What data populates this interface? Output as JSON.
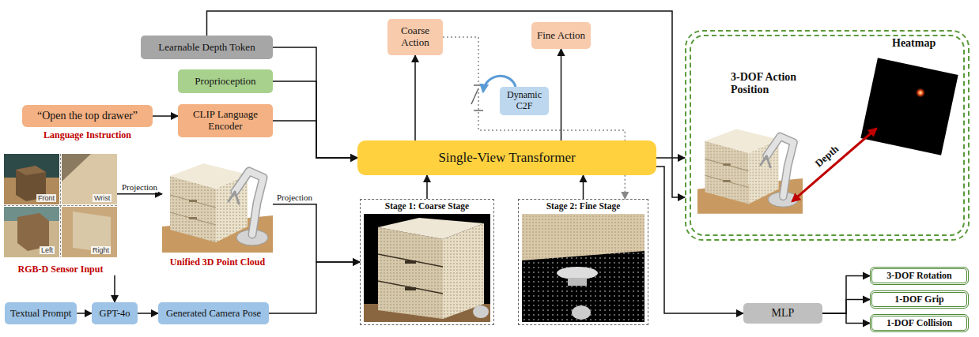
{
  "diagram": {
    "nodes": [
      {
        "text": [
          "Learnable Depth Token"
        ]
      },
      {
        "text": [
          "Proprioception"
        ]
      },
      {
        "text": [
          "“Open the top drawer”",
          "Language Instruction"
        ]
      },
      {
        "text": [
          "CLIP Language Encoder"
        ]
      },
      {
        "text": [
          "RGB-D Sensor Input"
        ]
      },
      {
        "text": [
          "Unified 3D Point Cloud"
        ]
      },
      {
        "text": [
          "Textual Prompt"
        ]
      },
      {
        "text": [
          "GPT-4o"
        ]
      },
      {
        "text": [
          "Generated Camera Pose"
        ]
      },
      {
        "text": [
          "Coarse Action"
        ]
      },
      {
        "text": [
          "Fine Action"
        ]
      },
      {
        "text": [
          "Dynamic C2F"
        ]
      },
      {
        "text": [
          "Single-View Transformer"
        ]
      },
      {
        "text": [
          "Stage 1: Coarse Stage"
        ]
      },
      {
        "text": [
          "Stage 2: Fine Stage"
        ]
      },
      {
        "text": [
          "3-DOF Action Position"
        ]
      },
      {
        "text": [
          "MLP"
        ]
      },
      {
        "text": [
          "3-DOF Rotation"
        ]
      },
      {
        "text": [
          "1-DOF Grip"
        ]
      },
      {
        "text": [
          "1-DOF Collision"
        ]
      }
    ],
    "edges": [
      {
        "from": 0,
        "to": 12,
        "arrow": "to"
      },
      {
        "from": 1,
        "to": 12,
        "arrow": "to"
      },
      {
        "from": 3,
        "to": 12,
        "arrow": "to"
      },
      {
        "from": 2,
        "to": 3,
        "arrow": "to"
      },
      {
        "from": 0,
        "to": 15,
        "arrow": "to"
      },
      {
        "from": 4,
        "to": 5,
        "label": "Projection",
        "arrow": "to"
      },
      {
        "from": 4,
        "to": 7,
        "arrow": "to"
      },
      {
        "from": 6,
        "to": 7,
        "arrow": "to"
      },
      {
        "from": 7,
        "to": 8,
        "arrow": "to"
      },
      {
        "from": 5,
        "to": 13,
        "label": "Projection",
        "arrow": "to"
      },
      {
        "from": 8,
        "to": 13,
        "arrow": "to"
      },
      {
        "from": 13,
        "to": 12,
        "arrow": "to"
      },
      {
        "from": 14,
        "to": 12,
        "arrow": "to"
      },
      {
        "from": 12,
        "to": 9,
        "arrow": "to"
      },
      {
        "from": 12,
        "to": 10,
        "arrow": "to"
      },
      {
        "from": 9,
        "to": 14,
        "arrow": "to"
      },
      {
        "from": 12,
        "to": 15,
        "arrow": "to"
      },
      {
        "from": 12,
        "to": 16,
        "arrow": "to"
      },
      {
        "from": 16,
        "to": 17,
        "arrow": "to"
      },
      {
        "from": 16,
        "to": 18,
        "arrow": "to"
      },
      {
        "from": 16,
        "to": 19,
        "arrow": "to"
      }
    ],
    "labels": [
      "Front",
      "Wrist",
      "Left",
      "Right",
      "Heatmap",
      "Depth"
    ]
  }
}
